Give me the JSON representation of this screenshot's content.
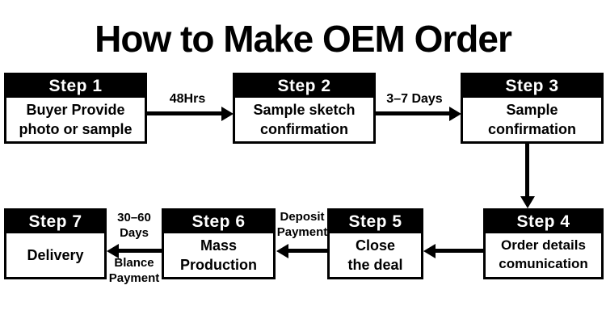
{
  "title": "How to Make OEM Order",
  "steps": [
    {
      "header": "Step 1",
      "body": "Buyer Provide\nphoto or sample"
    },
    {
      "header": "Step 2",
      "body": "Sample sketch\nconfirmation"
    },
    {
      "header": "Step 3",
      "body": "Sample\nconfirmation"
    },
    {
      "header": "Step 4",
      "body": "Order details\ncomunication"
    },
    {
      "header": "Step 5",
      "body": "Close\nthe deal"
    },
    {
      "header": "Step 6",
      "body": "Mass\nProduction"
    },
    {
      "header": "Step 7",
      "body": "Delivery"
    }
  ],
  "connectors": {
    "step1_to_step2": {
      "direction": "right",
      "label": "48Hrs"
    },
    "step2_to_step3": {
      "direction": "right",
      "label": "3–7 Days"
    },
    "step3_to_step4": {
      "direction": "down"
    },
    "step4_to_step5": {
      "direction": "left"
    },
    "step5_to_step6": {
      "direction": "left",
      "label": "Deposit\nPayment"
    },
    "step6_to_step7": {
      "direction": "left",
      "label_above": "30–60\nDays",
      "label_below": "Blance\nPayment"
    }
  },
  "colors": {
    "ink": "#000000",
    "paper": "#ffffff"
  }
}
